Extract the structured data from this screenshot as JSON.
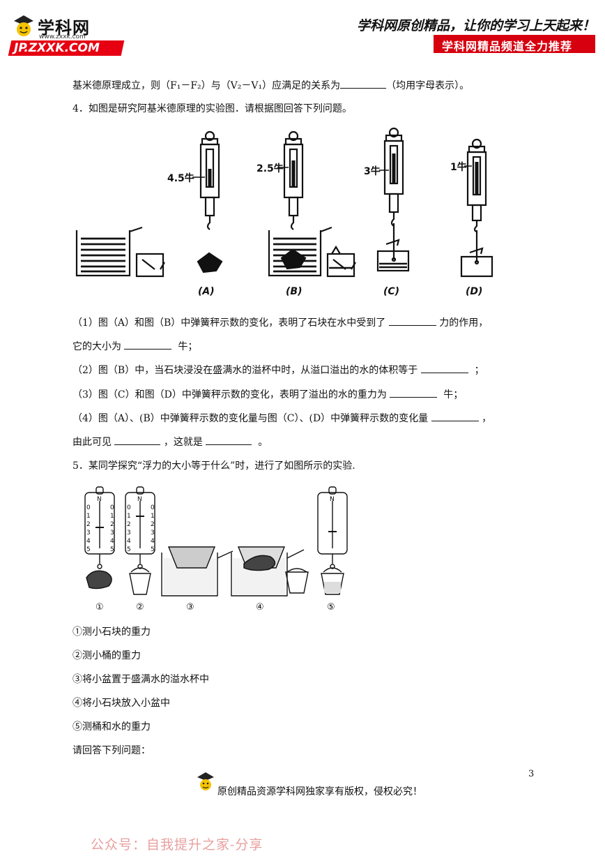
{
  "header": {
    "logo_name": "学科网",
    "logo_url": "www.zxxk.com",
    "logo_domain": "JP.ZXXK.COM",
    "slogan": "学科网原创精品，让你的学习上天起来！",
    "banner": "学科网精品频道全力推荐"
  },
  "content": {
    "line1": "基米德原理成立，则（F₁－F₂）与（V₂－V₁）应满足的关系为",
    "line1_end": "（均用字母表示）。",
    "q4_title": "4．如图是研究阿基米德原理的实验图．请根据图回答下列问题。",
    "q4_fig": {
      "readings": [
        "4.5牛",
        "2.5牛",
        "3牛",
        "1牛"
      ],
      "labels": [
        "(A)",
        "(B)",
        "(C)",
        "(D)"
      ]
    },
    "q4_1a": "（1）图（A）和图（B）中弹簧秤示数的变化，表明了石块在水中受到了",
    "q4_1b": "力的作用，",
    "q4_1c": "它的大小为",
    "q4_1d": "牛；",
    "q4_2a": "（2）图（B）中，当石块浸没在盛满水的溢杯中时，从溢口溢出的水的体积等于",
    "q4_2b": "；",
    "q4_3a": "（3）图（C）和图（D）中弹簧秤示数的变化，表明了溢出的水的重力为",
    "q4_3b": "牛；",
    "q4_4a": "（4）图（A）、(B）中弹簧秤示数的变化量与图（C）、(D）中弹簧秤示数的变化量",
    "q4_4b": "，",
    "q4_4c": "由此可见",
    "q4_4d": "，这就是",
    "q4_4e": "。",
    "q5_title": "5．某同学探究“浮力的大小等于什么”时，进行了如图所示的实验.",
    "q5_fig": {
      "scale_top": "N",
      "scale_ticks": [
        "0",
        "1",
        "2",
        "3",
        "4",
        "5"
      ],
      "labels": [
        "①",
        "②",
        "③",
        "④",
        "⑤"
      ]
    },
    "steps": [
      "①测小石块的重力",
      "②测小桶的重力",
      "③将小盆置于盛满水的溢水杯中",
      "④将小石块放入小盆中",
      "⑤测桶和水的重力"
    ],
    "ask": "请回答下列问题："
  },
  "footer": {
    "page_number": "3",
    "copyright": "原创精品资源学科网独家享有版权，侵权必究！",
    "watermark": "公众号：自我提升之家-分享"
  },
  "colors": {
    "brand_red": "#e60012",
    "banner_red": "#d7000f",
    "watermark": "#e8a0a0"
  }
}
